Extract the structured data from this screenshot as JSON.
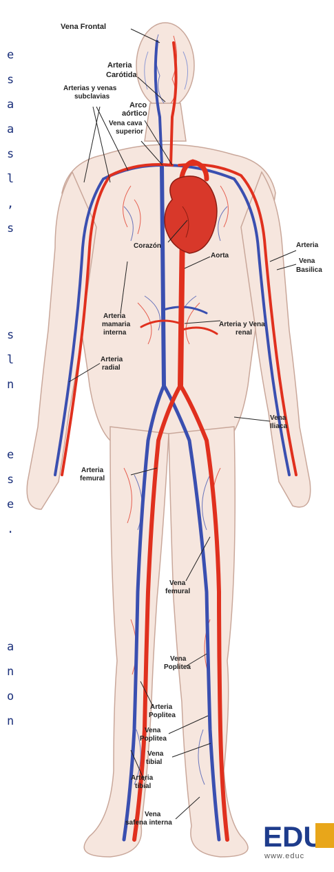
{
  "labels": {
    "vena_frontal": "Vena Frontal",
    "arteria_carotida_1": "Arteria",
    "arteria_carotida_2": "Carótida",
    "subclavias_1": "Arterias y venas",
    "subclavias_2": "subclavias",
    "arco_1": "Arco",
    "arco_2": "aórtico",
    "cava_1": "Vena cava",
    "cava_2": "superior",
    "corazon": "Corazón",
    "aorta": "Aorta",
    "basilica_1": "Arteria",
    "basilica_2": "Vena",
    "basilica_3": "Basilica",
    "mamaria_1": "Arteria",
    "mamaria_2": "mamaria",
    "mamaria_3": "interna",
    "renal_1": "Arteria y Vena",
    "renal_2": "renal",
    "radial_1": "Arteria",
    "radial_2": "radial",
    "iliaca_1": "Vena",
    "iliaca_2": "Iliaca",
    "femoral_art_1": "Arteria",
    "femoral_art_2": "femural",
    "femoral_vena_1": "Vena",
    "femoral_vena_2": "femural",
    "poplitea_vena_1": "Vena",
    "poplitea_vena_2": "Poplitea",
    "poplitea_art_1": "Arteria",
    "poplitea_art_2": "Poplitea",
    "poplitea_vena_b_1": "Vena",
    "poplitea_vena_b_2": "Poplitea",
    "tibial_vena_1": "Vena",
    "tibial_vena_2": "tibial",
    "tibial_art_1": "Arteria",
    "tibial_art_2": "tibial",
    "safena_1": "Vena",
    "safena_2": "safena interna"
  },
  "side_text": [
    "e",
    "s",
    "a",
    "a",
    "s",
    "l",
    ",",
    "s",
    "s",
    "l",
    "n",
    "e",
    "s",
    "e",
    ".",
    "a",
    "n",
    "o",
    "n"
  ],
  "logo": {
    "text": "EDU",
    "url": "www.educ"
  },
  "colors": {
    "artery": "#e0301e",
    "vein": "#3a4fb0",
    "heart": "#d8382a",
    "skin": "#f6e6de"
  }
}
